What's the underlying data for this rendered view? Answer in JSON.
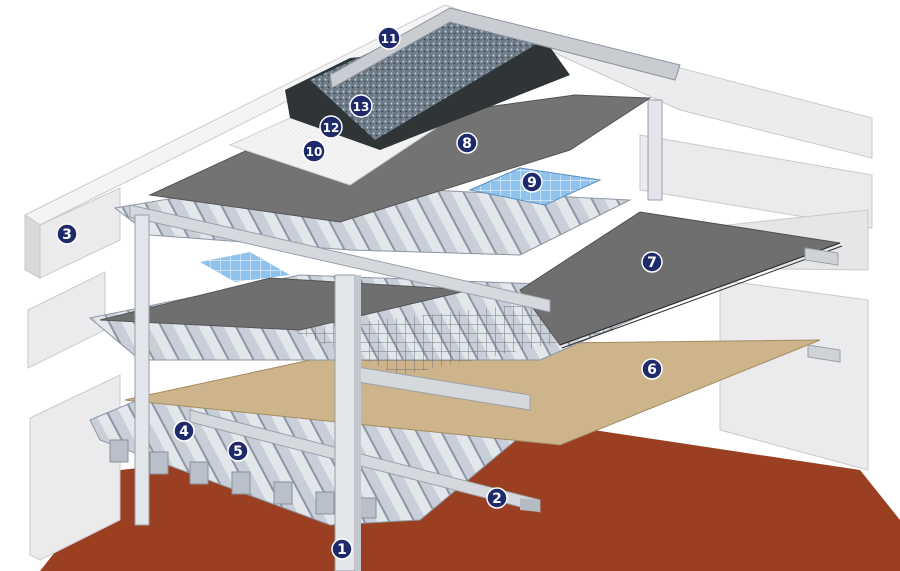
{
  "diagram": {
    "callouts": [
      {
        "label": "1",
        "part": "column"
      },
      {
        "label": "2",
        "part": "main-beam"
      },
      {
        "label": "3",
        "part": "wall"
      },
      {
        "label": "4",
        "part": "steel-deck"
      },
      {
        "label": "5",
        "part": "deck-rib"
      },
      {
        "label": "6",
        "part": "board-layer"
      },
      {
        "label": "7",
        "part": "reinforcement-and-slab"
      },
      {
        "label": "8",
        "part": "top-slab"
      },
      {
        "label": "9",
        "part": "mesh-insert"
      },
      {
        "label": "10",
        "part": "insulation"
      },
      {
        "label": "11",
        "part": "roof-edge"
      },
      {
        "label": "12",
        "part": "membrane"
      },
      {
        "label": "13",
        "part": "gravel"
      }
    ],
    "colors": {
      "background": "#ffffff",
      "floor": "#9a3f22",
      "wall": "#e8e8ea",
      "deck": "#c6ccd6",
      "deck_dark": "#8d96a4",
      "board": "#cdb48a",
      "slab": "#737373",
      "insulation": "#f2f2f2",
      "membrane": "#2f3436",
      "gravel": "#4a5a66",
      "mesh": "#7fb7e6",
      "callout_fill": "#1f2a6b"
    }
  }
}
